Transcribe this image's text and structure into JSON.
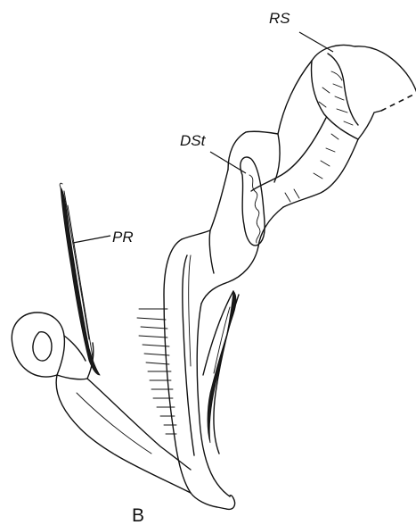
{
  "labels": {
    "rs": "RS",
    "dst": "DSt",
    "pr": "PR",
    "panel": "B"
  }
}
